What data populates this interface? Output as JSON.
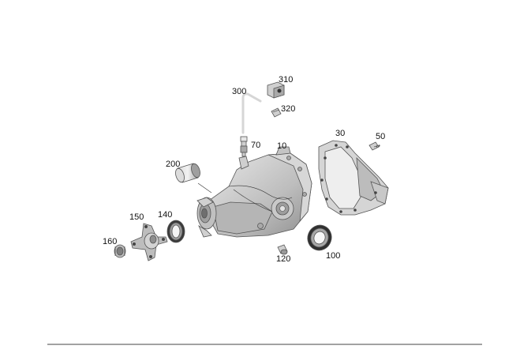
{
  "callouts": {
    "p10": "10",
    "p30": "30",
    "p50": "50",
    "p70": "70",
    "p100": "100",
    "p120": "120",
    "p140": "140",
    "p150": "150",
    "p160": "160",
    "p200": "200",
    "p300": "300",
    "p310": "310",
    "p320": "320"
  },
  "colors": {
    "line": "#555555",
    "footer_rule": "#444444"
  }
}
